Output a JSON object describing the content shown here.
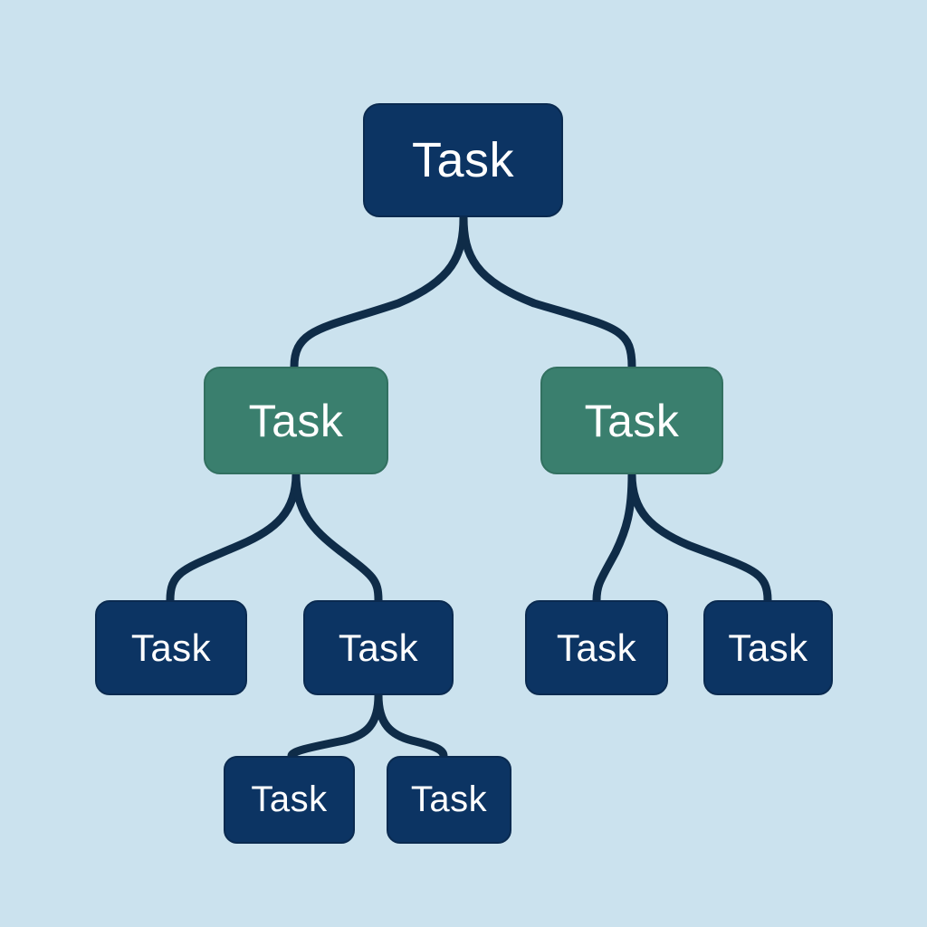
{
  "colors": {
    "background": "#cbe2ee",
    "node_primary": "#0c3463",
    "node_secondary": "#3a7f6e",
    "connector": "#0f2c48",
    "text": "#ffffff"
  },
  "tree": {
    "root": {
      "label": "Task"
    },
    "level1": [
      {
        "label": "Task"
      },
      {
        "label": "Task"
      }
    ],
    "level2": [
      {
        "label": "Task"
      },
      {
        "label": "Task"
      },
      {
        "label": "Task"
      },
      {
        "label": "Task"
      }
    ],
    "level3": [
      {
        "label": "Task"
      },
      {
        "label": "Task"
      }
    ]
  }
}
